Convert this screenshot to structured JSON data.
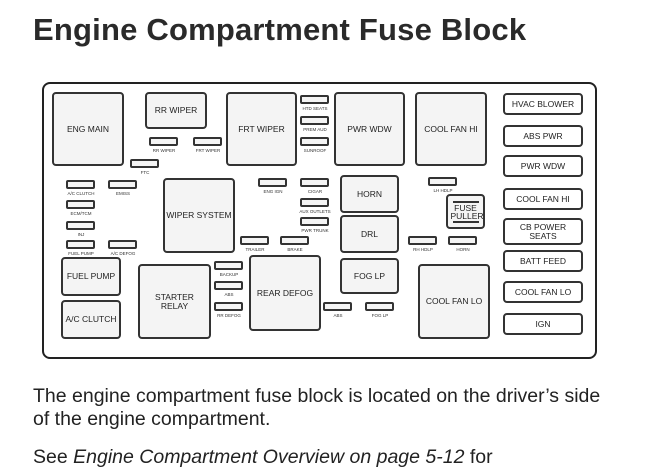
{
  "title": "Engine Compartment Fuse Block",
  "relays": {
    "eng_main": "ENG MAIN",
    "rr_wiper": "RR WIPER",
    "frt_wiper": "FRT WIPER",
    "pwr_wdw": "PWR WDW",
    "cool_fan_hi": "COOL FAN HI",
    "wiper_system": "WIPER SYSTEM",
    "horn": "HORN",
    "drl": "DRL",
    "fog_lp": "FOG LP",
    "fuel_pump": "FUEL PUMP",
    "ac_clutch": "A/C CLUTCH",
    "starter_relay": "STARTER RELAY",
    "rear_defog": "REAR DEFOG",
    "cool_fan_lo": "COOL FAN LO",
    "fuse_puller": "FUSE PULLER"
  },
  "cartridge_fuses": [
    "HVAC BLOWER",
    "ABS PWR",
    "PWR WDW",
    "COOL FAN HI",
    "CB POWER SEATS",
    "BATT FEED",
    "COOL FAN LO",
    "IGN"
  ],
  "mini_fuses": {
    "htd_seats": "HTD SEATS",
    "prem_aud": "PREM AUD",
    "sunroof": "SUNROOF",
    "rr_wiper": "RR WIPER",
    "frt_wiper": "FRT WIPER",
    "ftc": "FTC",
    "ac_clutch": "A/C CLUTCH",
    "emiss": "EMISS",
    "ecm_tcm": "ECM/TCM",
    "inj": "INJ",
    "fuel_pump": "FUEL PUMP",
    "ac_defog": "A/C DEFOG",
    "eng_ign": "ENG IGN",
    "cigar": "CIGAR",
    "aux_outlets": "AUX OUTLETS",
    "pwr_trunk": "PWR TRUNK",
    "trailer": "TRAILER",
    "brake": "BRAKE",
    "backup": "BACKUP",
    "abs": "ABS",
    "rr_defog": "RR DEFOG",
    "lh_hdlp": "LH HDLP",
    "rh_hdlp": "RH HDLP",
    "horn": "HORN",
    "abs2": "ABS",
    "fog_lp": "FOG LP"
  },
  "body_text": "The engine compartment fuse block is located on the driver’s side of the engine compartment.",
  "next_line_prefix": "See ",
  "next_line_link": "Engine Compartment Overview on page 5-12",
  "next_line_suffix": " for"
}
